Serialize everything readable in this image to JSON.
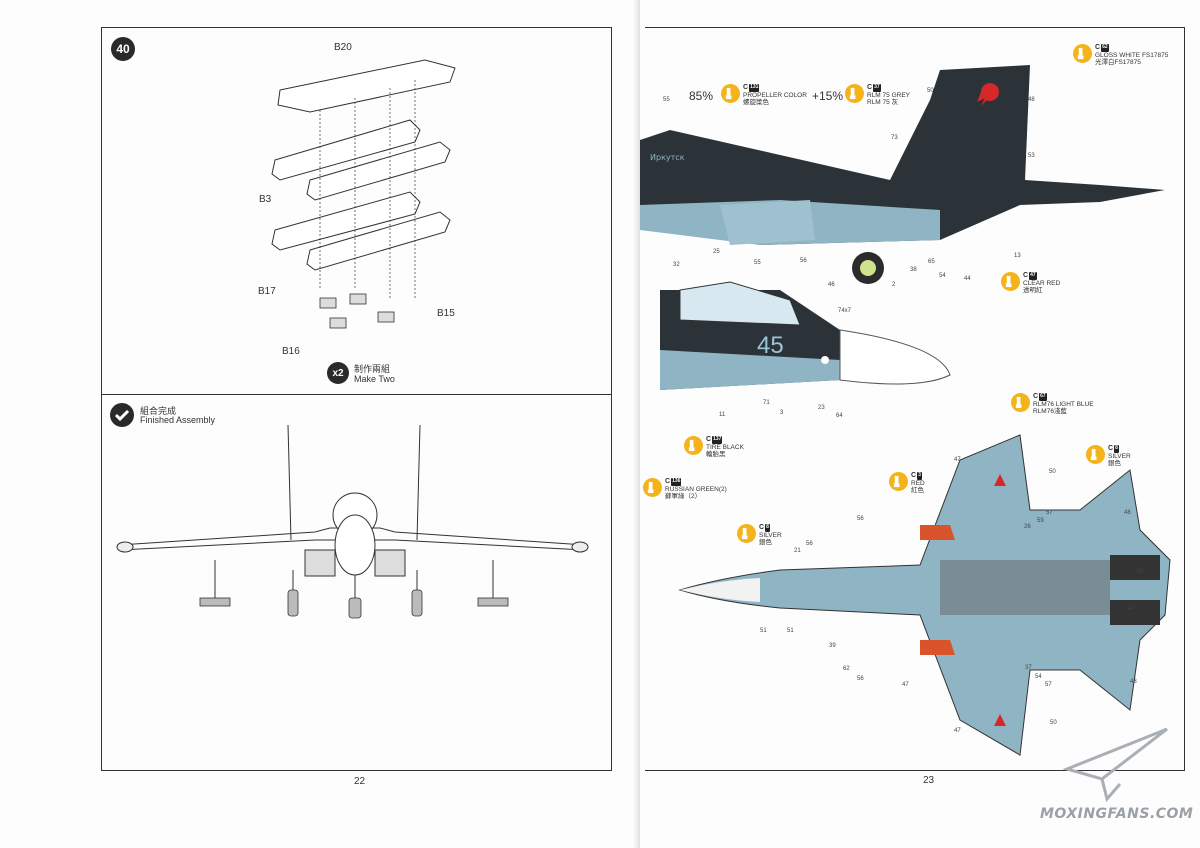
{
  "left_page": {
    "step_number": "40",
    "step_parts": [
      "B20",
      "B3",
      "B17",
      "B15",
      "B16"
    ],
    "multiplier": "x2",
    "make_two_cn": "制作兩組",
    "make_two_en": "Make Two",
    "finished_cn": "組合完成",
    "finished_en": "Finished Assembly",
    "page_number": "22"
  },
  "right_page": {
    "page_number": "23",
    "mix": {
      "pct1": "85%",
      "pct2": "+15%"
    },
    "paints": [
      {
        "id": "gloss-white",
        "code": "C",
        "num": "62",
        "en": "GLOSS WHITE FS17875",
        "cn": "光澤白FS17875"
      },
      {
        "id": "propeller",
        "code": "C",
        "num": "131",
        "en": "PROPELLER COLOR",
        "cn": "螺旋槳色"
      },
      {
        "id": "rlm75",
        "code": "C",
        "num": "37",
        "en": "RLM 75 GREY",
        "cn": "RLM 75 灰"
      },
      {
        "id": "clear-red",
        "code": "C",
        "num": "47",
        "en": "CLEAR RED",
        "cn": "透明紅"
      },
      {
        "id": "tire-black",
        "code": "C",
        "num": "137",
        "en": "TIRE BLACK",
        "cn": "輪胎黑"
      },
      {
        "id": "russian-green",
        "code": "C",
        "num": "136",
        "en": "RUSSIAN GREEN(2)",
        "cn": "蘇軍綠（2）"
      },
      {
        "id": "rlm76",
        "code": "C",
        "num": "67",
        "en": "RLM76 LIGHT BLUE",
        "cn": "RLM76淺藍"
      },
      {
        "id": "silver-right",
        "code": "C",
        "num": "8",
        "en": "SILVER",
        "cn": "銀色"
      },
      {
        "id": "red",
        "code": "C",
        "num": "3",
        "en": "RED",
        "cn": "紅色"
      },
      {
        "id": "silver-left",
        "code": "C",
        "num": "8",
        "en": "SILVER",
        "cn": "銀色"
      }
    ],
    "side_view_callouts": [
      "55",
      "50",
      "48",
      "73",
      "53",
      "25",
      "55",
      "56",
      "46",
      "2",
      "38",
      "65",
      "54",
      "44",
      "13"
    ],
    "nose_view_callouts": [
      "32",
      "74x7",
      "11",
      "71",
      "3",
      "23",
      "64"
    ],
    "nose_number": "45",
    "tail_text": "Иркутск",
    "top_view_callouts": [
      "47",
      "50",
      "56",
      "48",
      "57",
      "26",
      "59",
      "56",
      "21",
      "58",
      "47",
      "51",
      "51",
      "39",
      "62",
      "56",
      "47",
      "37",
      "54",
      "57",
      "48",
      "47",
      "50"
    ]
  },
  "watermark": {
    "text": "MOXINGFANS.COM"
  },
  "colors": {
    "camo_dark": "#2b3338",
    "camo_light": "#8fb4c4",
    "paint_dot": "#f4b31a",
    "star_red": "#d62828",
    "frame": "#333333"
  }
}
